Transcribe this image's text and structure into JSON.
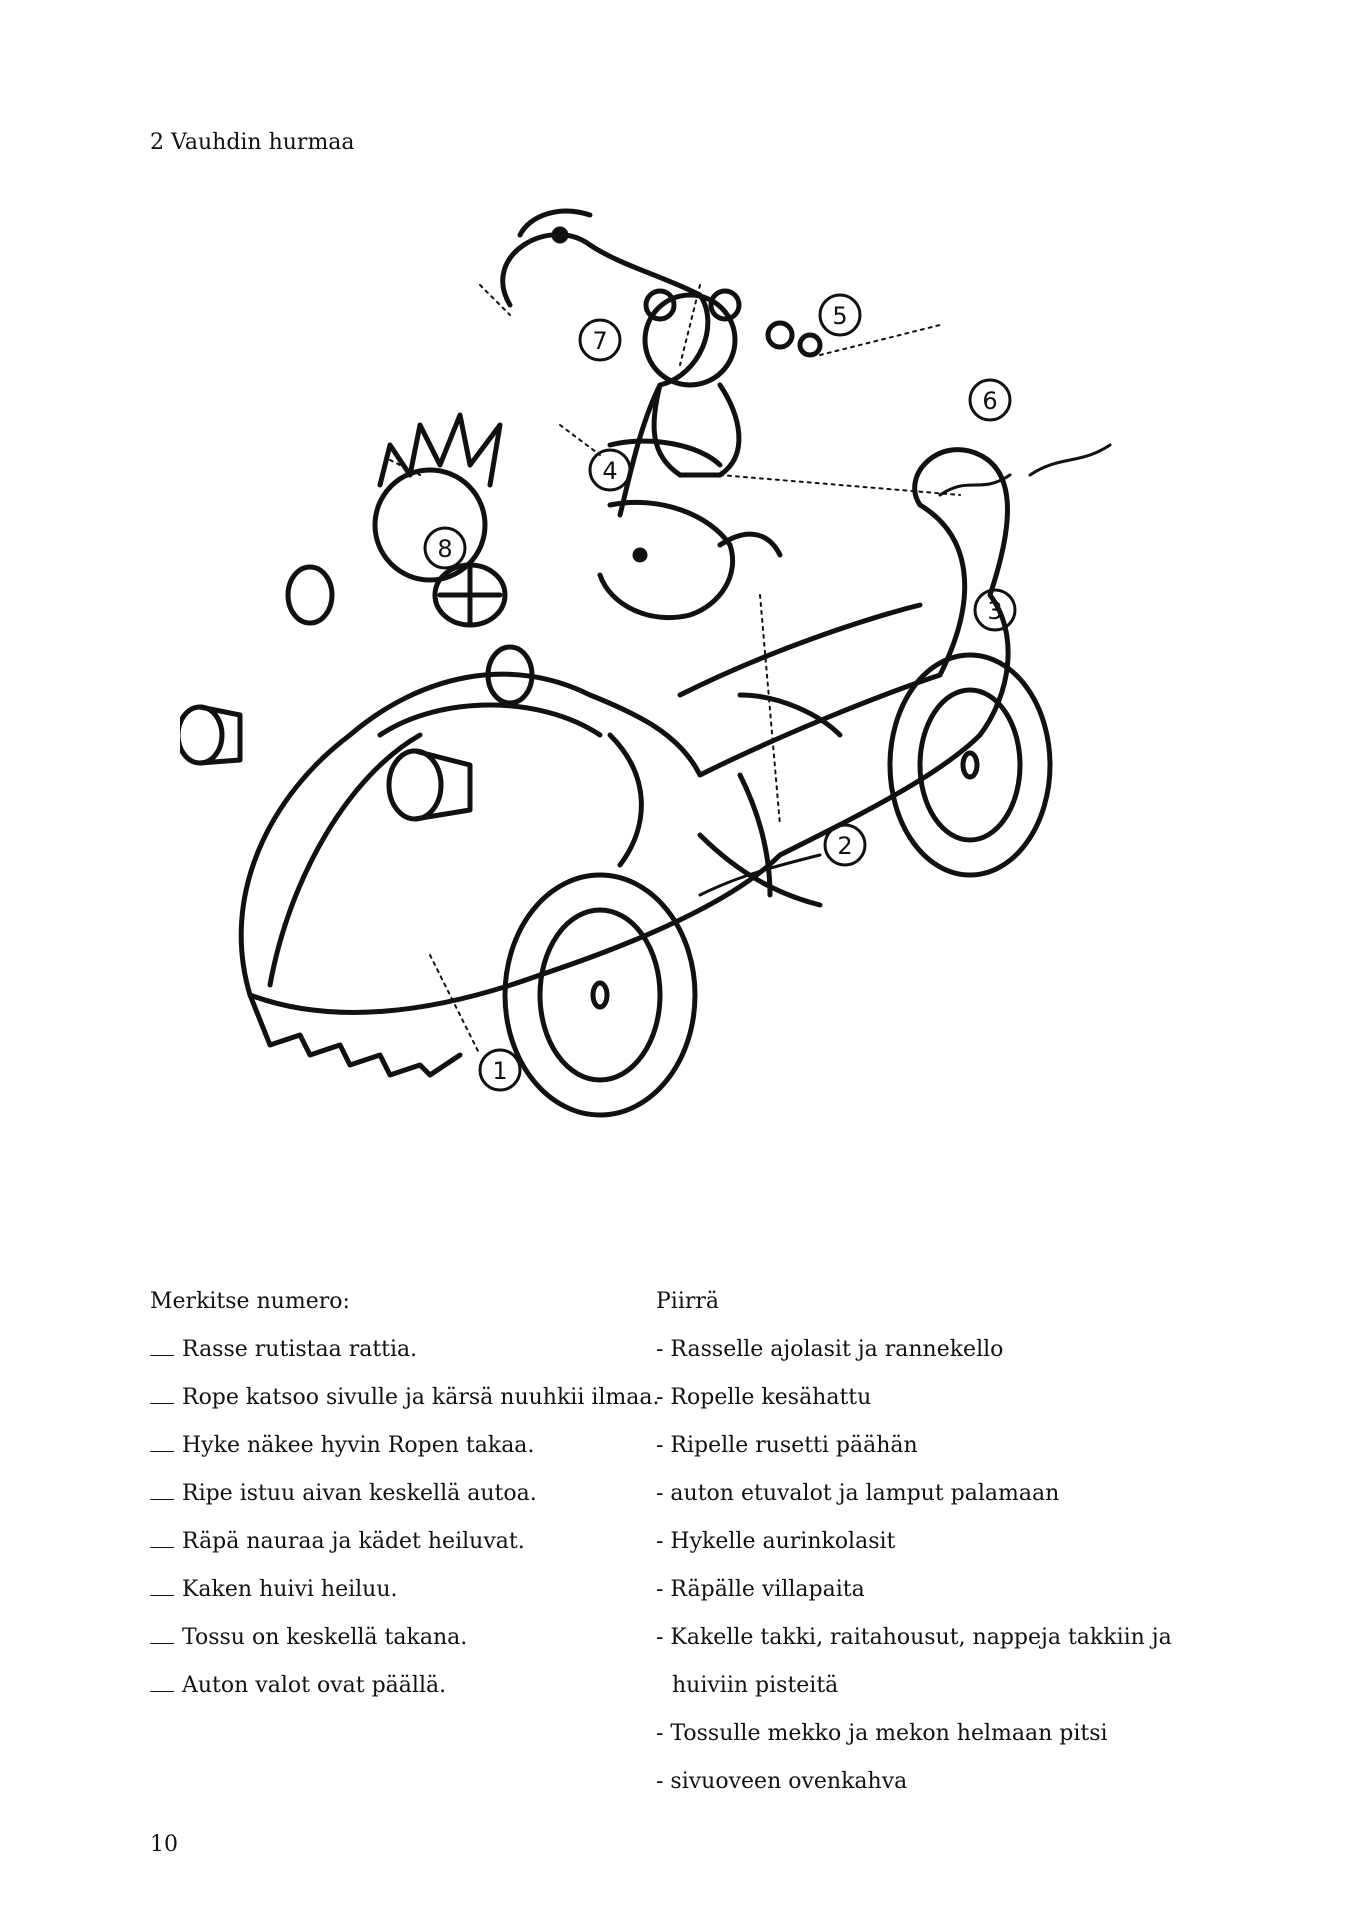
{
  "page": {
    "heading": "2 Vauhdin hurmaa",
    "page_number": "10"
  },
  "figure": {
    "callouts": [
      "1",
      "2",
      "3",
      "4",
      "5",
      "6",
      "7",
      "8"
    ]
  },
  "left_column": {
    "title": "Merkitse numero:",
    "items": [
      "Rasse rutistaa rattia.",
      "Rope katsoo sivulle ja kärsä nuuhkii ilmaa.",
      "Hyke näkee hyvin Ropen takaa.",
      "Ripe istuu aivan keskellä autoa.",
      "Räpä nauraa ja kädet heiluvat.",
      "Kaken huivi heiluu.",
      "Tossu on keskellä takana.",
      "Auton valot ovat päällä."
    ]
  },
  "right_column": {
    "title": "Piirrä",
    "items": [
      "- Rasselle ajolasit ja rannekello",
      "- Ropelle kesähattu",
      "- Ripelle rusetti päähän",
      "- auton etuvalot ja lamput palamaan",
      "- Hykelle aurinkolasit",
      "- Räpälle villapaita",
      "- Kakelle takki, raitahousut, nappeja takkiin ja",
      "huiviin pisteitä",
      "- Tossulle mekko ja mekon helmaan pitsi",
      "- sivuoveen ovenkahva"
    ]
  }
}
